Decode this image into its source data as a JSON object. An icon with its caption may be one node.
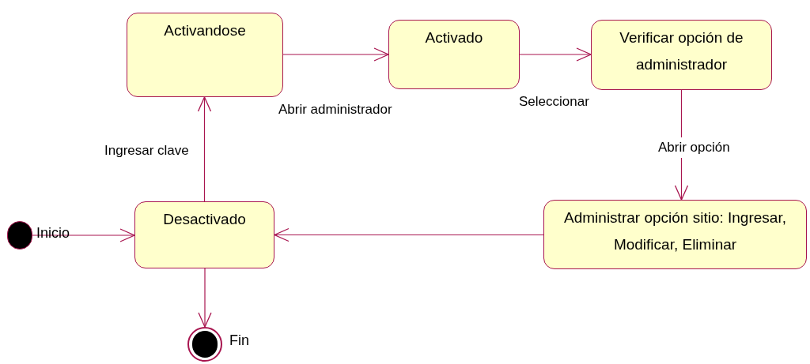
{
  "diagram": {
    "nodes": [
      {
        "text": [
          "Activandose"
        ]
      },
      {
        "text": [
          "Activado"
        ]
      },
      {
        "text": [
          "Verificar opción de administrador"
        ]
      },
      {
        "text": [
          "Administrar opción sitio: Ingresar, Modificar, Eliminar"
        ]
      },
      {
        "text": [
          "Desactivado"
        ]
      },
      {
        "text": [],
        "shape": "circle",
        "beside": [
          "Inicio"
        ]
      },
      {
        "text": [],
        "shape": "circle",
        "beside": [
          "Fin"
        ]
      }
    ],
    "edges": [
      {
        "from": 0,
        "to": 1,
        "arrow": "to",
        "label": "Abrir administrador"
      },
      {
        "from": 1,
        "to": 2,
        "arrow": "to",
        "label": "Seleccionar"
      },
      {
        "from": 2,
        "to": 3,
        "arrow": "to",
        "label": "Abrir opción"
      },
      {
        "from": 3,
        "to": 4,
        "arrow": "to"
      },
      {
        "from": 4,
        "to": 0,
        "arrow": "to",
        "label": "Ingresar clave"
      },
      {
        "from": 5,
        "to": 4,
        "arrow": "to"
      },
      {
        "from": 4,
        "to": 6,
        "arrow": "to"
      }
    ]
  }
}
